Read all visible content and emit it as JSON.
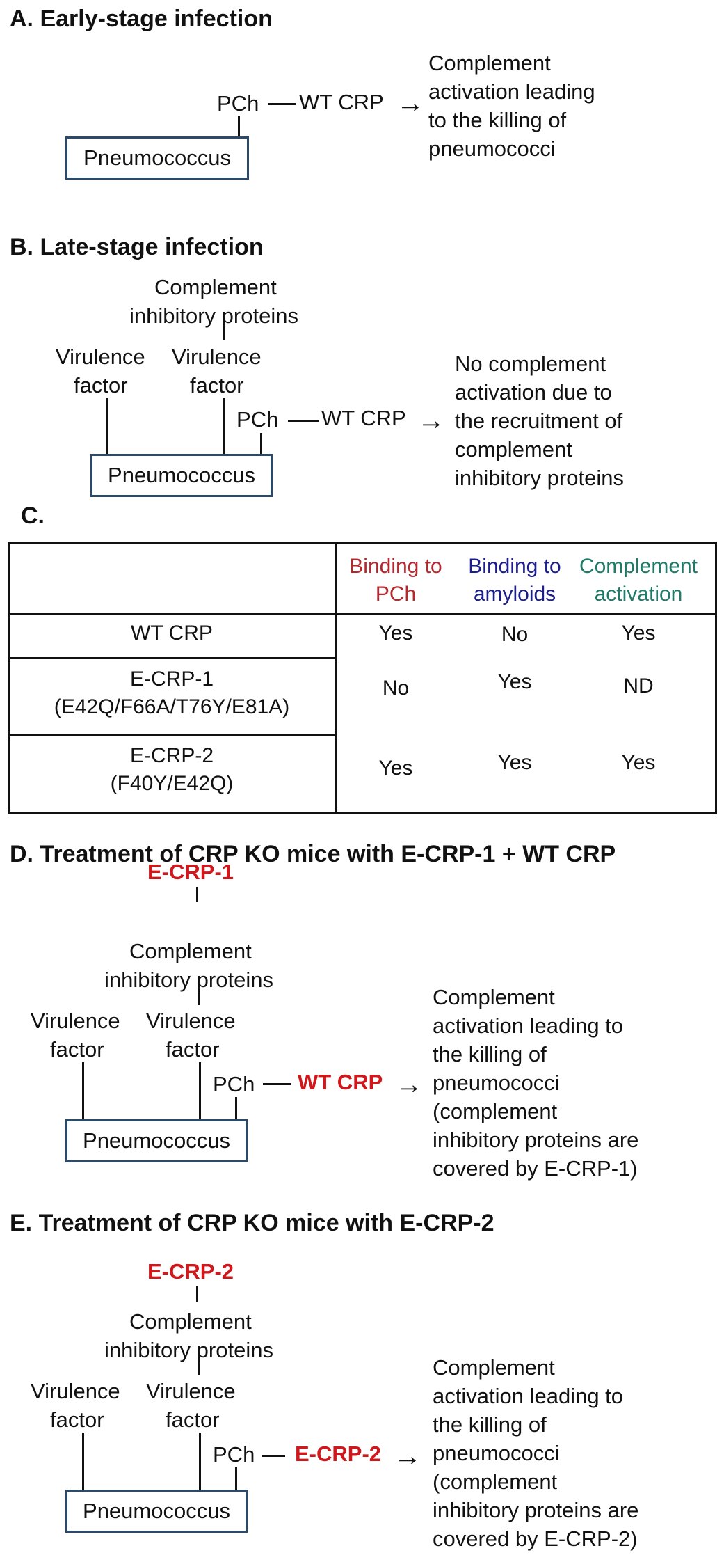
{
  "panelA": {
    "heading": "A. Early-stage infection",
    "pch": "PCh",
    "crp": "WT CRP",
    "box": "Pneumococcus",
    "outcome": [
      "Complement",
      "activation leading",
      "to the killing of",
      "pneumococci"
    ]
  },
  "panelB": {
    "heading": "B. Late-stage infection",
    "inhib": [
      "Complement",
      "inhibitory  proteins"
    ],
    "vf1": [
      "Virulence",
      "factor"
    ],
    "vf2": [
      "Virulence",
      "factor"
    ],
    "pch": "PCh",
    "crp": "WT CRP",
    "box": "Pneumococcus",
    "outcome": [
      "No complement",
      "activation due to",
      "the recruitment of",
      "complement",
      "inhibitory proteins"
    ]
  },
  "panelC": {
    "heading": "C.",
    "headers": {
      "col1": [
        "Binding to",
        "PCh"
      ],
      "col2": [
        "Binding to",
        "amyloids"
      ],
      "col3": [
        "Complement",
        "activation"
      ]
    },
    "rows": [
      {
        "name": [
          "WT CRP"
        ],
        "pch": "Yes",
        "amyloid": "No",
        "complement": "Yes"
      },
      {
        "name": [
          "E-CRP-1",
          "(E42Q/F66A/T76Y/E81A)"
        ],
        "pch": "No",
        "amyloid": "Yes",
        "complement": "ND"
      },
      {
        "name": [
          "E-CRP-2",
          "(F40Y/E42Q)"
        ],
        "pch": "Yes",
        "amyloid": "Yes",
        "complement": "Yes"
      }
    ],
    "colors": {
      "col1": "#b5282e",
      "col2": "#1c1f8a",
      "col3": "#1f7a6a"
    }
  },
  "panelD": {
    "heading": "D. Treatment of CRP KO mice with E-CRP-1 + WT CRP",
    "ecrp": "E-CRP-1",
    "inhib": [
      "Complement",
      "inhibitory  proteins"
    ],
    "vf1": [
      "Virulence",
      "factor"
    ],
    "vf2": [
      "Virulence",
      "factor"
    ],
    "pch": "PCh",
    "crp": "WT CRP",
    "box": "Pneumococcus",
    "outcome": [
      "Complement",
      "activation leading to",
      "the killing of",
      "pneumococci",
      "(complement",
      "inhibitory proteins are",
      "covered by E-CRP-1)"
    ]
  },
  "panelE": {
    "heading": "E. Treatment of CRP KO mice with E-CRP-2",
    "ecrp": "E-CRP-2",
    "inhib": [
      "Complement",
      "inhibitory  proteins"
    ],
    "vf1": [
      "Virulence",
      "factor"
    ],
    "vf2": [
      "Virulence",
      "factor"
    ],
    "pch": "PCh",
    "crp": "E-CRP-2",
    "box": "Pneumococcus",
    "outcome": [
      "Complement",
      "activation leading to",
      "the killing of",
      "pneumococci",
      "(complement",
      "inhibitory proteins are",
      "covered by E-CRP-2)"
    ]
  }
}
